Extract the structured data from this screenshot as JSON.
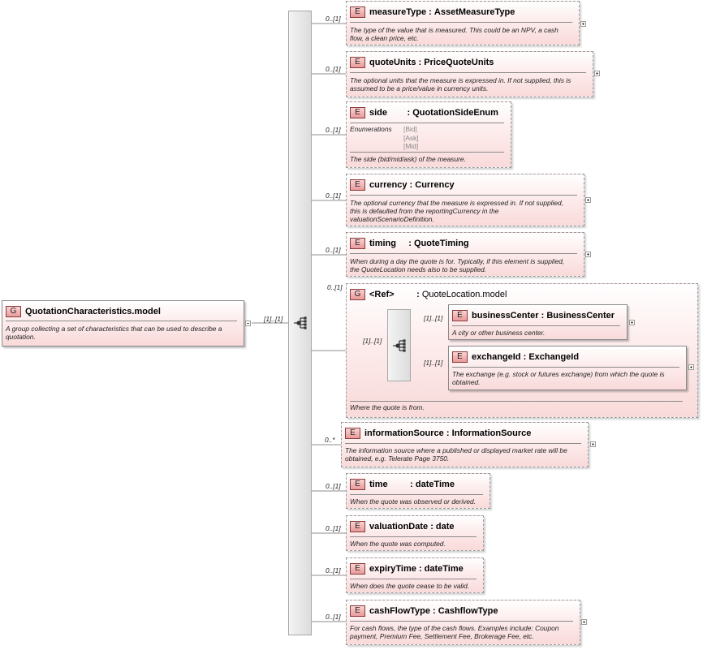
{
  "badges": {
    "element": "E",
    "group": "G"
  },
  "root": {
    "name": "QuotationCharacteristics.model",
    "description": "A group collecting a set of characteristics that can be used to describe a quotation.",
    "cardinality": "[1]..[1]"
  },
  "elements": {
    "measureType": {
      "name": "measureType",
      "type": "AssetMeasureType",
      "card": "0..[1]",
      "desc": "The type of the value that is measured. This could be an NPV, a cash flow, a clean price, etc."
    },
    "quoteUnits": {
      "name": "quoteUnits",
      "type": "PriceQuoteUnits",
      "card": "0..[1]",
      "desc": "The optional units that the measure is expressed in. If not supplied, this is assumed to be a price/value in currency units."
    },
    "side": {
      "name": "side",
      "type": "QuotationSideEnum",
      "card": "0..[1]",
      "enum_label": "Enumerations",
      "enum_values": [
        "[Bid]",
        "[Ask]",
        "[Mid]"
      ],
      "desc": "The side (bid/mid/ask) of the measure."
    },
    "currency": {
      "name": "currency",
      "type": "Currency",
      "card": "0..[1]",
      "desc": "The optional currency that the measure is expressed in. If not supplied, this is defaulted from the reportingCurrency in the valuationScenarioDefinition."
    },
    "timing": {
      "name": "timing",
      "type": "QuoteTiming",
      "card": "0..[1]",
      "desc": "When during a day the quote is for. Typically, if this element is supplied, the QuoteLocation needs also to be supplied."
    },
    "quoteLocation": {
      "name": "<Ref>",
      "type": "QuoteLocation.model",
      "card": "0..[1]",
      "inner_card": "[1]..[1]",
      "desc": "Where the quote is from."
    },
    "businessCenter": {
      "name": "businessCenter",
      "type": "BusinessCenter",
      "card": "[1]..[1]",
      "desc": "A city or other business center."
    },
    "exchangeId": {
      "name": "exchangeId",
      "type": "ExchangeId",
      "card": "[1]..[1]",
      "desc": "The exchange (e.g. stock or futures exchange) from which the quote is obtained."
    },
    "informationSource": {
      "name": "informationSource",
      "type": "InformationSource",
      "card": "0..*",
      "desc": "The information source where a published or displayed market rate will be obtained, e.g. Telerate Page 3750."
    },
    "time": {
      "name": "time",
      "type": "dateTime",
      "card": "0..[1]",
      "desc": "When the quote was observed or derived."
    },
    "valuationDate": {
      "name": "valuationDate",
      "type": "date",
      "card": "0..[1]",
      "desc": "When the quote was computed."
    },
    "expiryTime": {
      "name": "expiryTime",
      "type": "dateTime",
      "card": "0..[1]",
      "desc": "When does the quote cease to be valid."
    },
    "cashFlowType": {
      "name": "cashFlowType",
      "type": "CashflowType",
      "card": "0..[1]",
      "desc": "For cash flows, the type of the cash flows. Examples include: Coupon payment, Premium Fee, Settlement Fee, Brokerage Fee, etc."
    }
  }
}
